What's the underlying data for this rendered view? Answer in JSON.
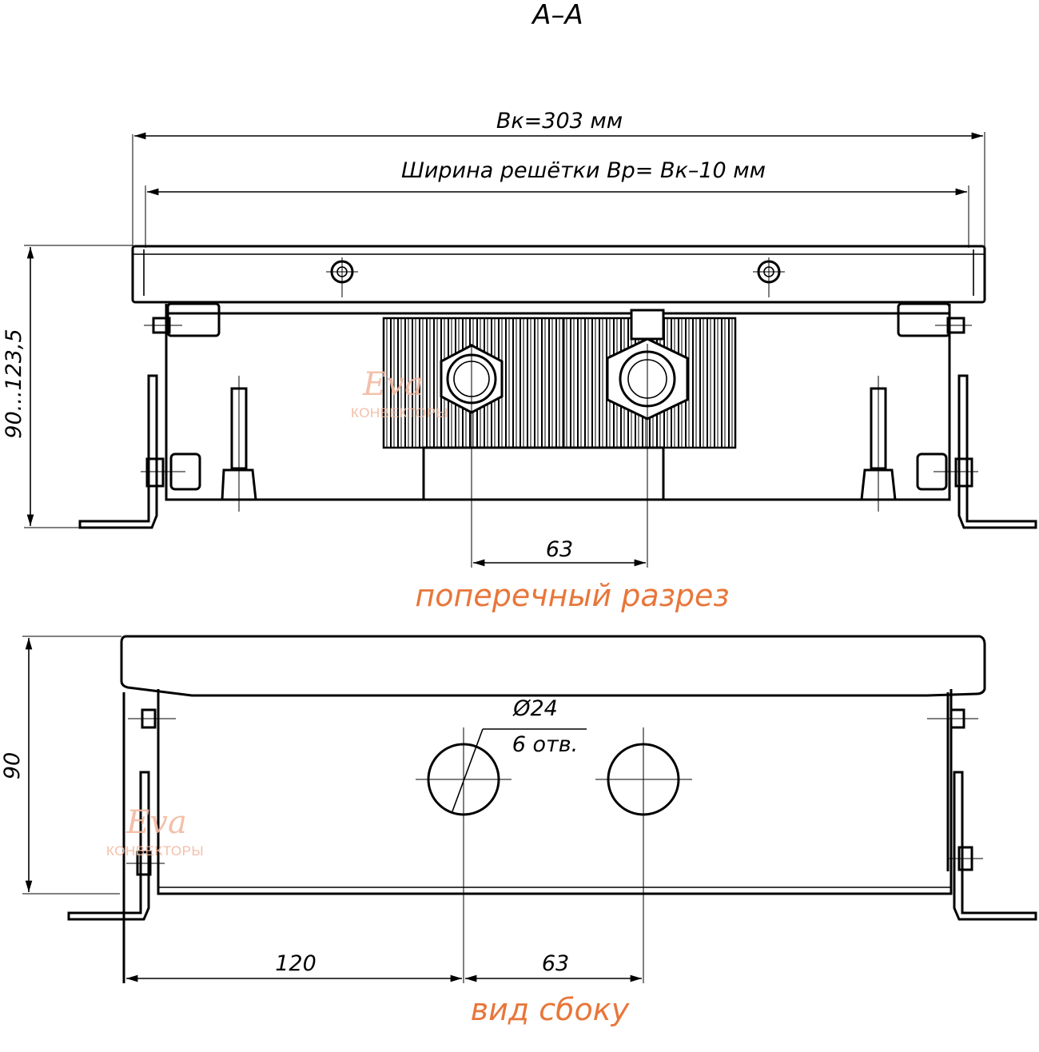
{
  "section_label": "A–A",
  "cross_section": {
    "width_label": "Bк=303 мм",
    "grille_width_label": "Ширина решётки Bр= Bк–10 мм",
    "height_label": "90...123,5",
    "spacing_label": "63",
    "caption": "поперечный разрез"
  },
  "side_view": {
    "height_label": "90",
    "hole_diameter_label": "Ø24",
    "hole_count_label": "6 отв.",
    "offset_label": "120",
    "spacing_label": "63",
    "caption": "вид сбоку"
  },
  "watermark": {
    "script": "Eva",
    "text": "КОНВЕКТОРЫ"
  },
  "colors": {
    "line": "#000000",
    "caption": "#e8763a",
    "watermark": "#f2b9a0"
  }
}
